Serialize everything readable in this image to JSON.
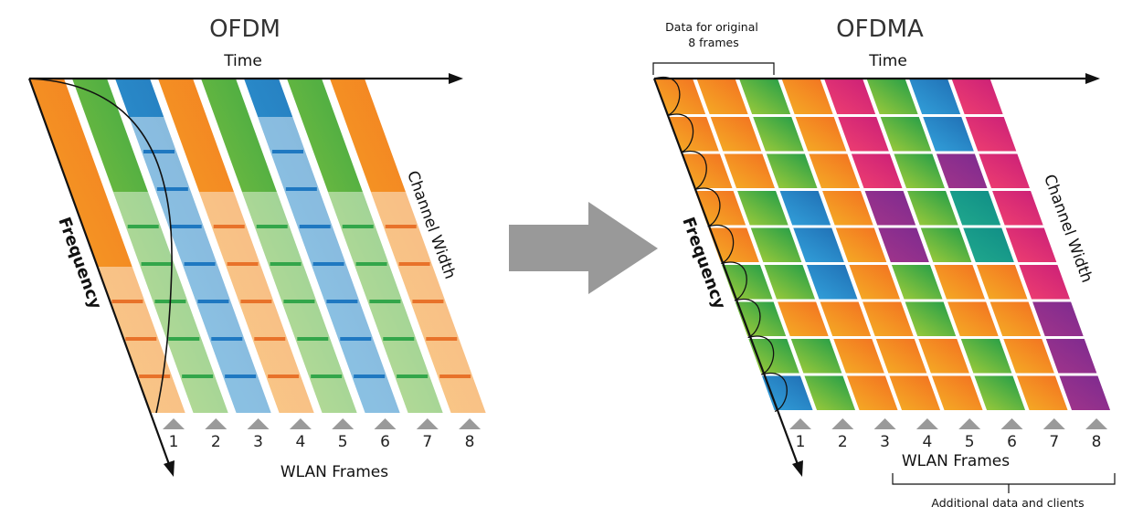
{
  "ofdm": {
    "title": "OFDM",
    "time_label": "Time",
    "frequency_label": "Frequency",
    "channel_width_label": "Channel Width",
    "frames_label": "WLAN Frames",
    "frame_numbers": [
      "1",
      "2",
      "3",
      "4",
      "5",
      "6",
      "7",
      "8"
    ],
    "frame_colors": [
      "orange",
      "green",
      "blue",
      "orange",
      "green",
      "blue",
      "green",
      "orange"
    ]
  },
  "ofdma": {
    "title": "OFDMA",
    "time_label": "Time",
    "frequency_label": "Frequency",
    "channel_width_label": "Channel Width",
    "frames_label": "WLAN Frames",
    "frame_numbers": [
      "1",
      "2",
      "3",
      "4",
      "5",
      "6",
      "7",
      "8"
    ],
    "original_frames_note": "Data for original\n8 frames",
    "additional_note": "Additional data and clients",
    "grid_colors": [
      [
        "orange",
        "orange",
        "green",
        "orange",
        "magenta",
        "green",
        "blue",
        "magenta"
      ],
      [
        "orange",
        "orange",
        "green",
        "orange",
        "magenta",
        "green",
        "blue",
        "magenta"
      ],
      [
        "orange",
        "orange",
        "green",
        "orange",
        "magenta",
        "green",
        "purple",
        "magenta"
      ],
      [
        "orange",
        "green",
        "blue",
        "orange",
        "purple",
        "green",
        "teal",
        "magenta"
      ],
      [
        "orange",
        "green",
        "blue",
        "orange",
        "purple",
        "green",
        "teal",
        "magenta"
      ],
      [
        "green",
        "green",
        "blue",
        "orange",
        "green",
        "orange",
        "orange",
        "magenta"
      ],
      [
        "green",
        "orange",
        "orange",
        "orange",
        "green",
        "orange",
        "orange",
        "purple"
      ],
      [
        "green",
        "green",
        "orange",
        "orange",
        "orange",
        "green",
        "orange",
        "purple"
      ],
      [
        "blue",
        "green",
        "orange",
        "orange",
        "orange",
        "green",
        "orange",
        "purple"
      ]
    ]
  },
  "colors": {
    "orange": "#F39A1E",
    "green": "#5DBB46",
    "blue": "#2A8FD0",
    "magenta": "#E2206F",
    "purple": "#93288E",
    "teal": "#16A08C",
    "arrow": "#9A9A9A"
  }
}
